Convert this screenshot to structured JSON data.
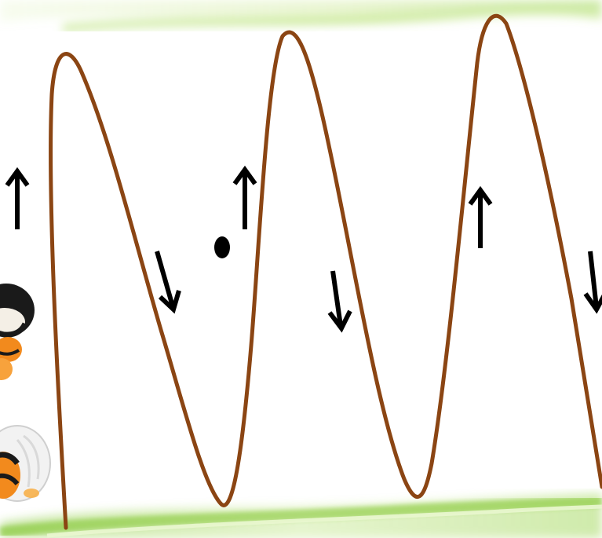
{
  "diagram": {
    "wave_color": "#8B4513",
    "arrow_color": "#000000",
    "background_accent": "#9CD43C",
    "arrows": [
      {
        "direction": "up"
      },
      {
        "direction": "down"
      },
      {
        "direction": "up"
      },
      {
        "direction": "down"
      },
      {
        "direction": "up"
      },
      {
        "direction": "down"
      }
    ],
    "icons": [
      "bee-mascot-icon"
    ]
  }
}
